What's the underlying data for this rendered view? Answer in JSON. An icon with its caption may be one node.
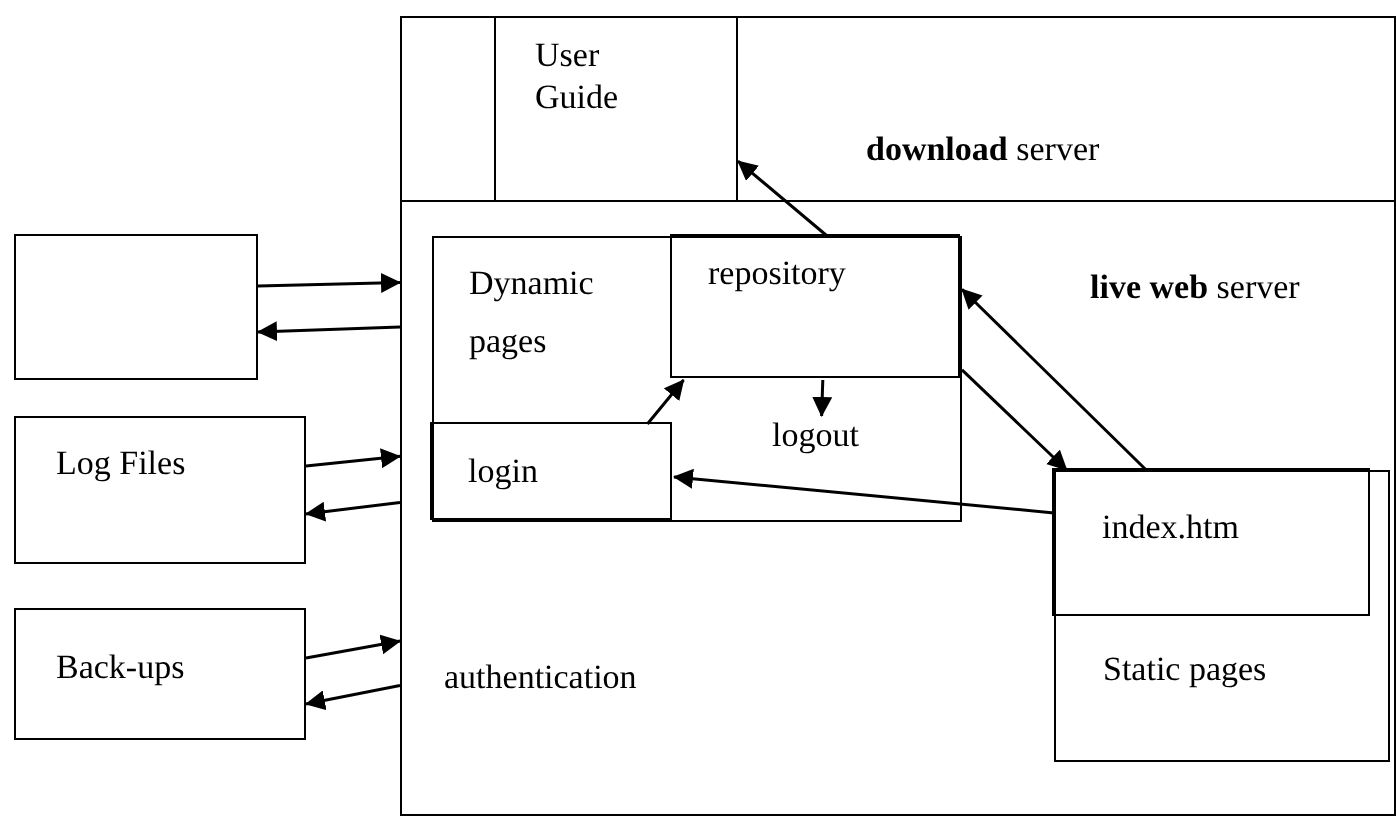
{
  "diagram": {
    "nodes": [
      {
        "text": [
          "**download** server"
        ]
      },
      {
        "text": [
          "User Guide"
        ],
        "in": 0
      },
      {
        "text": [],
        "shape": "box"
      },
      {
        "text": [
          "**live web** server"
        ]
      },
      {
        "text": [
          "Dynamic pages"
        ],
        "in": 3
      },
      {
        "text": [
          "repository"
        ],
        "in": 4
      },
      {
        "text": [
          "logout"
        ],
        "in": 4
      },
      {
        "text": [
          "login"
        ],
        "in": 4
      },
      {
        "text": [
          "Log Files"
        ]
      },
      {
        "text": [
          "Back-ups"
        ]
      },
      {
        "text": [
          "Static pages"
        ],
        "in": 3
      },
      {
        "text": [
          "index.htm"
        ],
        "in": 10
      }
    ],
    "edges": [
      {
        "from": 2,
        "to": 3,
        "arrow": "to"
      },
      {
        "from": 3,
        "to": 2,
        "arrow": "to"
      },
      {
        "from": 8,
        "to": 3,
        "arrow": "to"
      },
      {
        "from": 3,
        "to": 8,
        "arrow": "to"
      },
      {
        "from": 9,
        "to": 3,
        "arrow": "to"
      },
      {
        "from": 3,
        "to": 9,
        "arrow": "to"
      },
      {
        "from": 5,
        "to": 1,
        "arrow": "to"
      },
      {
        "from": 7,
        "to": 5,
        "arrow": "to"
      },
      {
        "from": 5,
        "to": 6,
        "arrow": "to"
      },
      {
        "from": 5,
        "to": 11,
        "arrow": "to"
      },
      {
        "from": 11,
        "to": 5,
        "arrow": "to"
      },
      {
        "from": 11,
        "to": 7,
        "arrow": "to"
      }
    ],
    "labels": [
      "authentication"
    ]
  }
}
